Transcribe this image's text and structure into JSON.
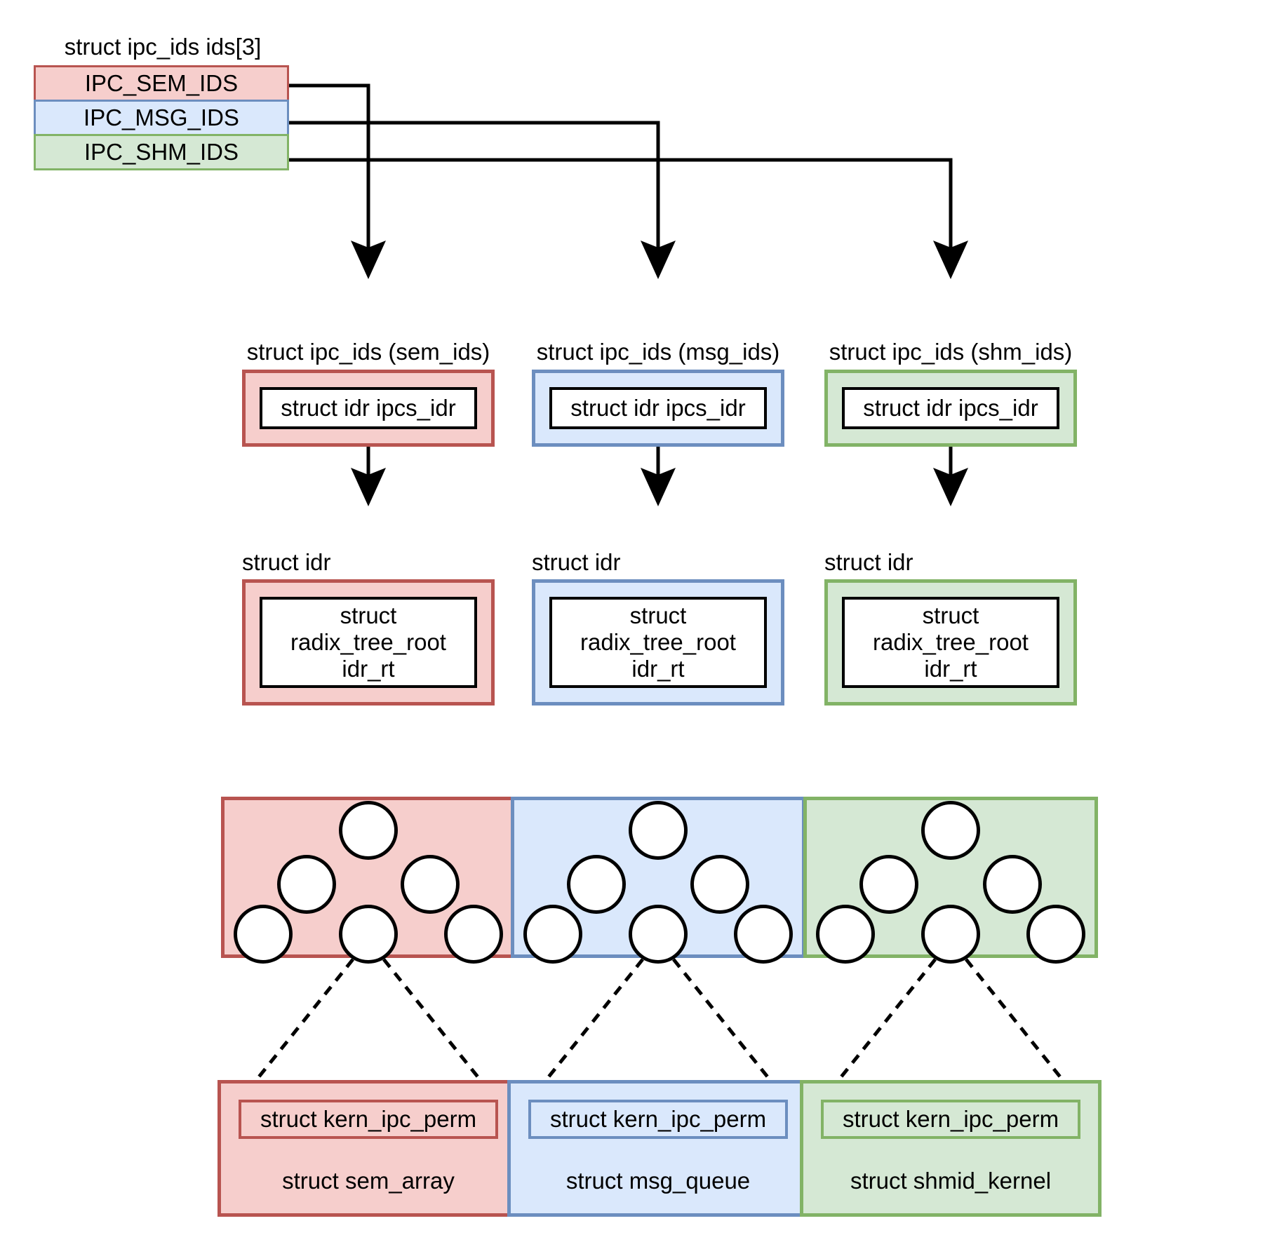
{
  "diagram": {
    "title_array": "struct ipc_ids ids[3]",
    "array_entries": [
      {
        "label": "IPC_SEM_IDS",
        "fill": "#f6cecc",
        "stroke": "#b85450"
      },
      {
        "label": "IPC_MSG_IDS",
        "fill": "#dae8fc",
        "stroke": "#6c8ebf"
      },
      {
        "label": "IPC_SHM_IDS",
        "fill": "#d5e8d4",
        "stroke": "#82b366"
      }
    ],
    "columns": [
      {
        "key": "sem",
        "fill": "#f6cecc",
        "stroke": "#b85450",
        "ids_title": "struct ipc_ids (sem_ids)",
        "ipcs_idr_label": "struct idr ipcs_idr",
        "idr_tag": "struct idr",
        "radix_label": "struct\nradix_tree_root\nidr_rt",
        "radix_line1": "struct",
        "radix_line2": "radix_tree_root",
        "radix_line3": "idr_rt",
        "perm_label": "struct kern_ipc_perm",
        "object_label": "struct sem_array"
      },
      {
        "key": "msg",
        "fill": "#dae8fc",
        "stroke": "#6c8ebf",
        "ids_title": "struct ipc_ids (msg_ids)",
        "ipcs_idr_label": "struct idr ipcs_idr",
        "idr_tag": "struct idr",
        "radix_label": "struct\nradix_tree_root\nidr_rt",
        "radix_line1": "struct",
        "radix_line2": "radix_tree_root",
        "radix_line3": "idr_rt",
        "perm_label": "struct kern_ipc_perm",
        "object_label": "struct msg_queue"
      },
      {
        "key": "shm",
        "fill": "#d5e8d4",
        "stroke": "#82b366",
        "ids_title": "struct ipc_ids (shm_ids)",
        "ipcs_idr_label": "struct idr ipcs_idr",
        "idr_tag": "struct idr",
        "radix_label": "struct\nradix_tree_root\nidr_rt",
        "radix_line1": "struct",
        "radix_line2": "radix_tree_root",
        "radix_line3": "idr_rt",
        "perm_label": "struct kern_ipc_perm",
        "object_label": "struct shmid_kernel"
      }
    ],
    "tree": {
      "node_count_per_column": 6,
      "levels": [
        1,
        2,
        3
      ],
      "node_fill": "#ffffff",
      "node_stroke": "#000000"
    },
    "edge_style": {
      "solid_color": "#000000",
      "dashed_color": "#000000",
      "dash_pattern": "14,11"
    }
  }
}
